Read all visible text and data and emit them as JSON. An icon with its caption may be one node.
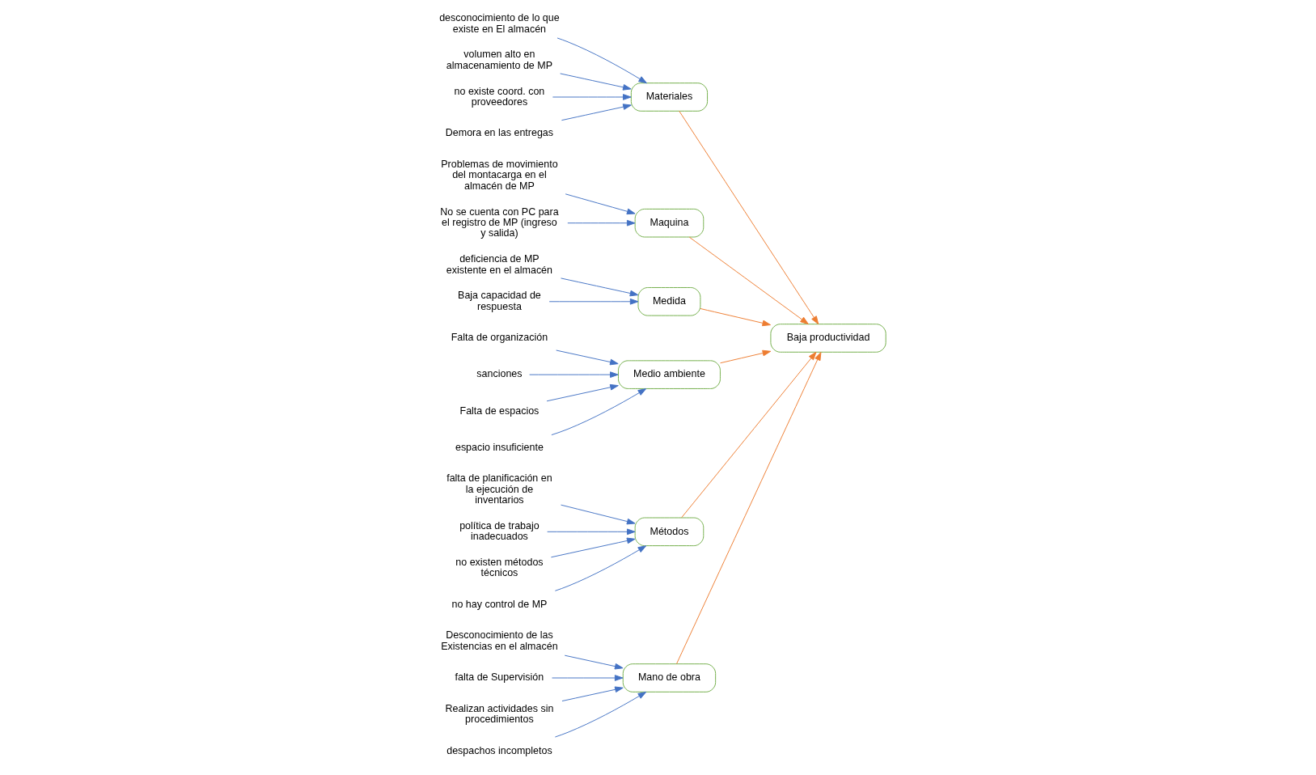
{
  "diagram": {
    "nodes": [
      {
        "text": [
          "Mano de obra"
        ]
      },
      {
        "text": [
          "Materiales"
        ]
      },
      {
        "text": [
          "Maquina"
        ]
      },
      {
        "text": [
          "Problemas de movimiento del montacarga en el almacén de MP"
        ]
      },
      {
        "text": [
          "Desconocimiento de las Existencias en el almacén"
        ]
      },
      {
        "text": [
          "falta de Supervisión"
        ]
      },
      {
        "text": [
          "desconocimiento de lo que existe en El almacén"
        ]
      },
      {
        "text": [
          "volumen alto en almacenamiento de MP"
        ]
      },
      {
        "text": [
          "No se cuenta con PC para el registro de MP (ingreso y salida)"
        ]
      },
      {
        "text": [
          "Realizan actividades sin procedimientos"
        ]
      },
      {
        "text": [
          "despachos incompletos"
        ]
      },
      {
        "text": [
          "no existe coord. con proveedores"
        ]
      },
      {
        "text": [
          "Demora en las entregas"
        ]
      },
      {
        "text": [
          "Baja productividad"
        ]
      },
      {
        "text": [
          "falta de planificación en la ejecución de inventarios"
        ]
      },
      {
        "text": [
          "deficiencia de MP existente en el almacén"
        ]
      },
      {
        "text": [
          "Falta de organización"
        ]
      },
      {
        "text": [
          "política de trabajo inadecuados"
        ]
      },
      {
        "text": [
          "sanciones"
        ]
      },
      {
        "text": [
          "no existen métodos técnicos"
        ]
      },
      {
        "text": [
          "Baja capacidad de respuesta"
        ]
      },
      {
        "text": [
          "Falta de espacios"
        ]
      },
      {
        "text": [
          "espacio insuficiente"
        ]
      },
      {
        "text": [
          "no hay control de MP"
        ]
      },
      {
        "text": [
          "Medida"
        ]
      },
      {
        "text": [
          "Medio ambiente"
        ]
      },
      {
        "text": [
          "Métodos"
        ]
      }
    ],
    "edges": [
      {
        "from": 3,
        "to": 2,
        "arrow": "to"
      },
      {
        "from": 4,
        "to": 0,
        "arrow": "to"
      },
      {
        "from": 5,
        "to": 0,
        "arrow": "to"
      },
      {
        "from": 6,
        "to": 1,
        "arrow": "to"
      },
      {
        "from": 7,
        "to": 1,
        "arrow": "to"
      },
      {
        "from": 8,
        "to": 2,
        "arrow": "to"
      },
      {
        "from": 9,
        "to": 0,
        "arrow": "to"
      },
      {
        "from": 10,
        "to": 0,
        "arrow": "to"
      },
      {
        "from": 11,
        "to": 1,
        "arrow": "to"
      },
      {
        "from": 12,
        "to": 1,
        "arrow": "to"
      },
      {
        "from": 14,
        "to": 26,
        "arrow": "to"
      },
      {
        "from": 15,
        "to": 24,
        "arrow": "to"
      },
      {
        "from": 16,
        "to": 25,
        "arrow": "to"
      },
      {
        "from": 17,
        "to": 26,
        "arrow": "to"
      },
      {
        "from": 18,
        "to": 25,
        "arrow": "to"
      },
      {
        "from": 19,
        "to": 26,
        "arrow": "to"
      },
      {
        "from": 20,
        "to": 24,
        "arrow": "to"
      },
      {
        "from": 21,
        "to": 25,
        "arrow": "to"
      },
      {
        "from": 22,
        "to": 25,
        "arrow": "to"
      },
      {
        "from": 23,
        "to": 26,
        "arrow": "to"
      },
      {
        "from": 0,
        "to": 13,
        "arrow": "to",
        "color": "#ed7d31"
      },
      {
        "from": 1,
        "to": 13,
        "arrow": "to",
        "color": "#ed7d31"
      },
      {
        "from": 2,
        "to": 13,
        "arrow": "to",
        "color": "#ed7d31"
      },
      {
        "from": 24,
        "to": 13,
        "arrow": "to",
        "color": "#ed7d31"
      },
      {
        "from": 25,
        "to": 13,
        "arrow": "to",
        "color": "#ed7d31"
      },
      {
        "from": 26,
        "to": 13,
        "arrow": "to",
        "color": "#ed7d31"
      }
    ]
  }
}
